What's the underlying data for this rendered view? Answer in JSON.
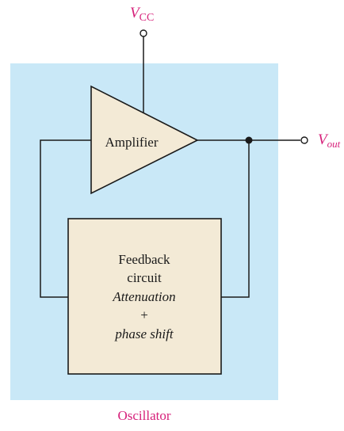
{
  "diagram": {
    "vcc_label": {
      "main": "V",
      "sub": "CC"
    },
    "vout_label": {
      "main": "V",
      "sub": "out"
    },
    "amplifier_label": "Amplifier",
    "feedback_lines": [
      "Feedback",
      "circuit",
      "Attenuation",
      "+",
      "phase shift"
    ],
    "caption": "Oscillator",
    "colors": {
      "background_panel": "#c9e8f7",
      "block_fill": "#f3ead6",
      "wire": "#1a1a1a",
      "label_accent": "#d6207a"
    }
  }
}
